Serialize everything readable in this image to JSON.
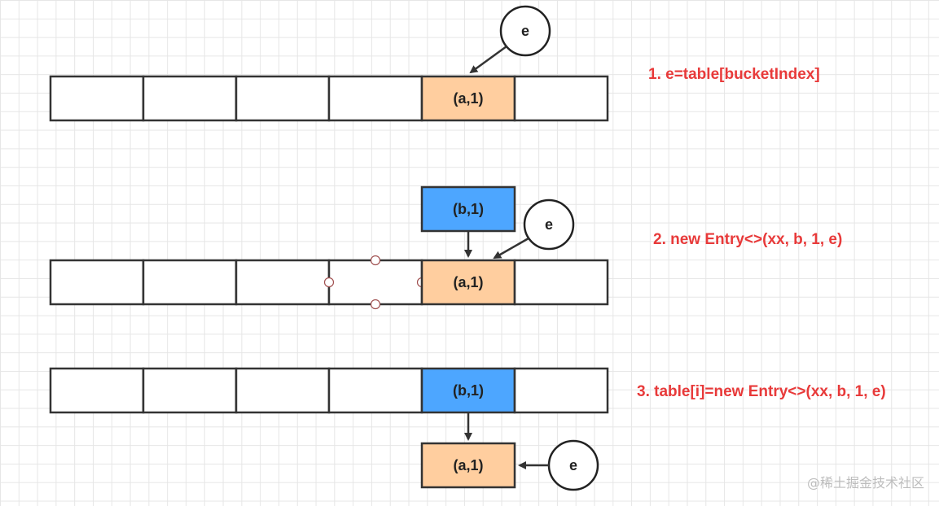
{
  "steps": [
    {
      "label": "1. e=table[bucketIndex]",
      "cells": [
        "",
        "",
        "",
        "",
        "(a,1)",
        ""
      ],
      "pointer": "e"
    },
    {
      "label": "2. new Entry<>(xx, b, 1, e)",
      "cells": [
        "",
        "",
        "",
        "",
        "(a,1)",
        ""
      ],
      "new_node": "(b,1)",
      "pointer": "e"
    },
    {
      "label": "3. table[i]=new Entry<>(xx, b, 1, e)",
      "cells": [
        "",
        "",
        "",
        "",
        "(b,1)",
        ""
      ],
      "chained_node": "(a,1)",
      "pointer": "e"
    }
  ],
  "colors": {
    "entry_a": "#ffce9f",
    "entry_b": "#4da6ff",
    "label_text": "#e83a3a",
    "grid": "#e6e6e6"
  },
  "watermark": "@稀土掘金技术社区"
}
